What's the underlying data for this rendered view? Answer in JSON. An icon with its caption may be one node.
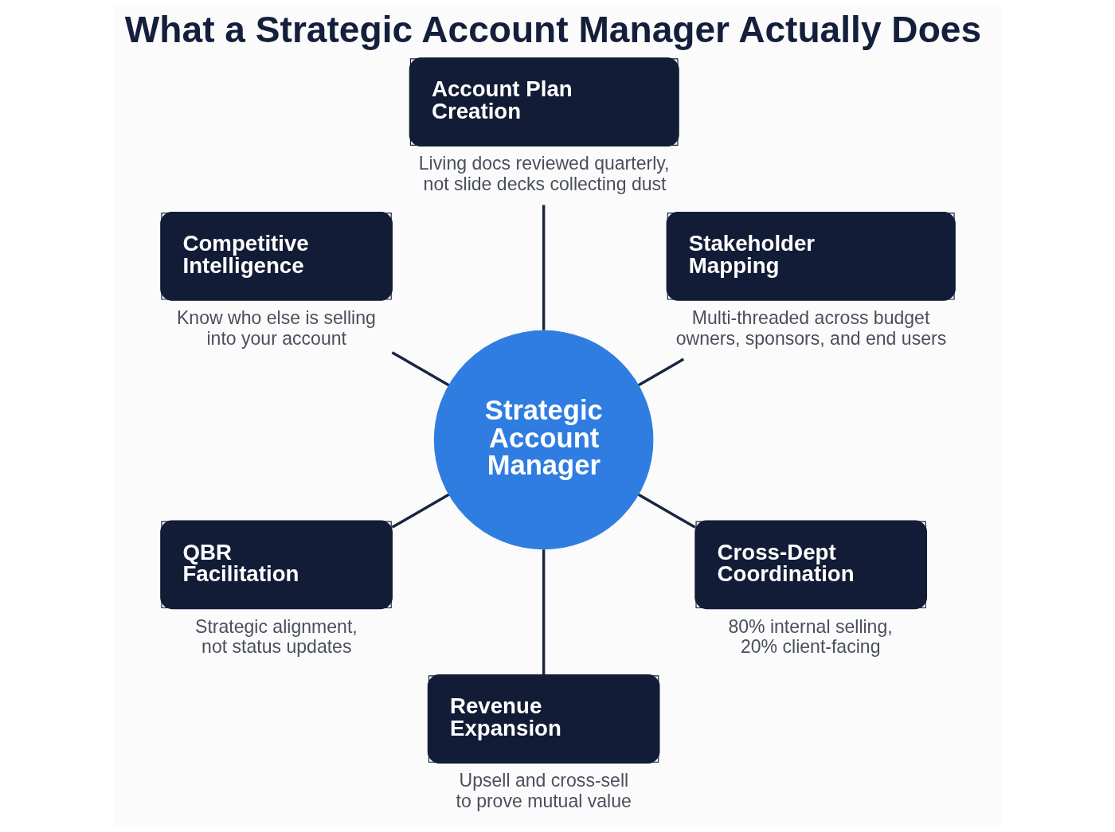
{
  "diagram": {
    "title": "What a Strategic Account Manager Actually Does",
    "nodes": [
      {
        "text": [
          "Account Plan Creation"
        ],
        "beside": [
          "Living docs reviewed quarterly, not slide decks collecting dust"
        ]
      },
      {
        "text": [
          "Competitive Intelligence"
        ],
        "beside": [
          "Know who else is selling into your account"
        ]
      },
      {
        "text": [
          "Stakeholder Mapping"
        ],
        "beside": [
          "Multi-threaded across budget owners, sponsors, and end users"
        ]
      },
      {
        "text": [
          "Strategic Account Manager"
        ]
      },
      {
        "text": [
          "QBR Facilitation"
        ],
        "beside": [
          "Strategic alignment, not status updates"
        ]
      },
      {
        "text": [
          "Cross-Dept Coordination"
        ],
        "beside": [
          "80% internal selling, 20% client-facing"
        ]
      },
      {
        "text": [
          "Revenue Expansion"
        ],
        "beside": [
          "Upsell and cross-sell to prove mutual value"
        ]
      }
    ],
    "edges": [
      {
        "from": 3,
        "to": 0,
        "arrow": "none"
      },
      {
        "from": 3,
        "to": 2,
        "arrow": "none"
      },
      {
        "from": 3,
        "to": 5,
        "arrow": "none"
      },
      {
        "from": 3,
        "to": 6,
        "arrow": "none"
      },
      {
        "from": 3,
        "to": 4,
        "arrow": "none"
      },
      {
        "from": 3,
        "to": 1,
        "arrow": "none"
      }
    ]
  }
}
